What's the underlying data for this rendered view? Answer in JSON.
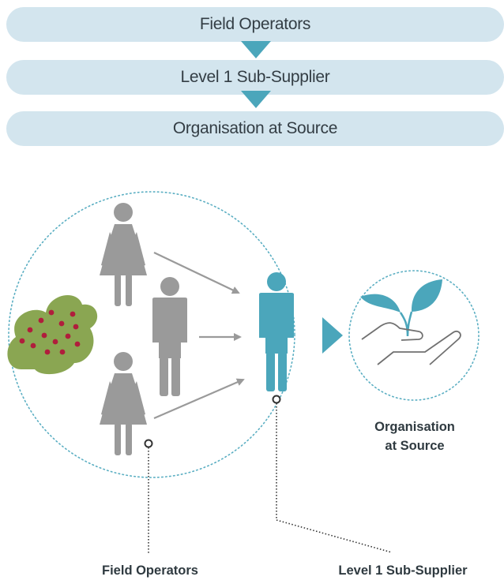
{
  "flow": {
    "steps": [
      "Field Operators",
      "Level 1 Sub-Supplier",
      "Organisation at Source"
    ]
  },
  "labels": {
    "organisation_line1": "Organisation",
    "organisation_line2": "at Source",
    "field_operators": "Field Operators",
    "level1_supplier": "Level 1 Sub-Supplier"
  },
  "colors": {
    "bar_fill": "#d3e5ee",
    "accent_teal": "#4ba6bb",
    "person_grey": "#9a9a9a",
    "bush_green": "#8aa652",
    "berry_red": "#b01e3c"
  },
  "icons": {
    "plant": "plant-in-hand-icon",
    "bush": "berry-bush-icon"
  }
}
